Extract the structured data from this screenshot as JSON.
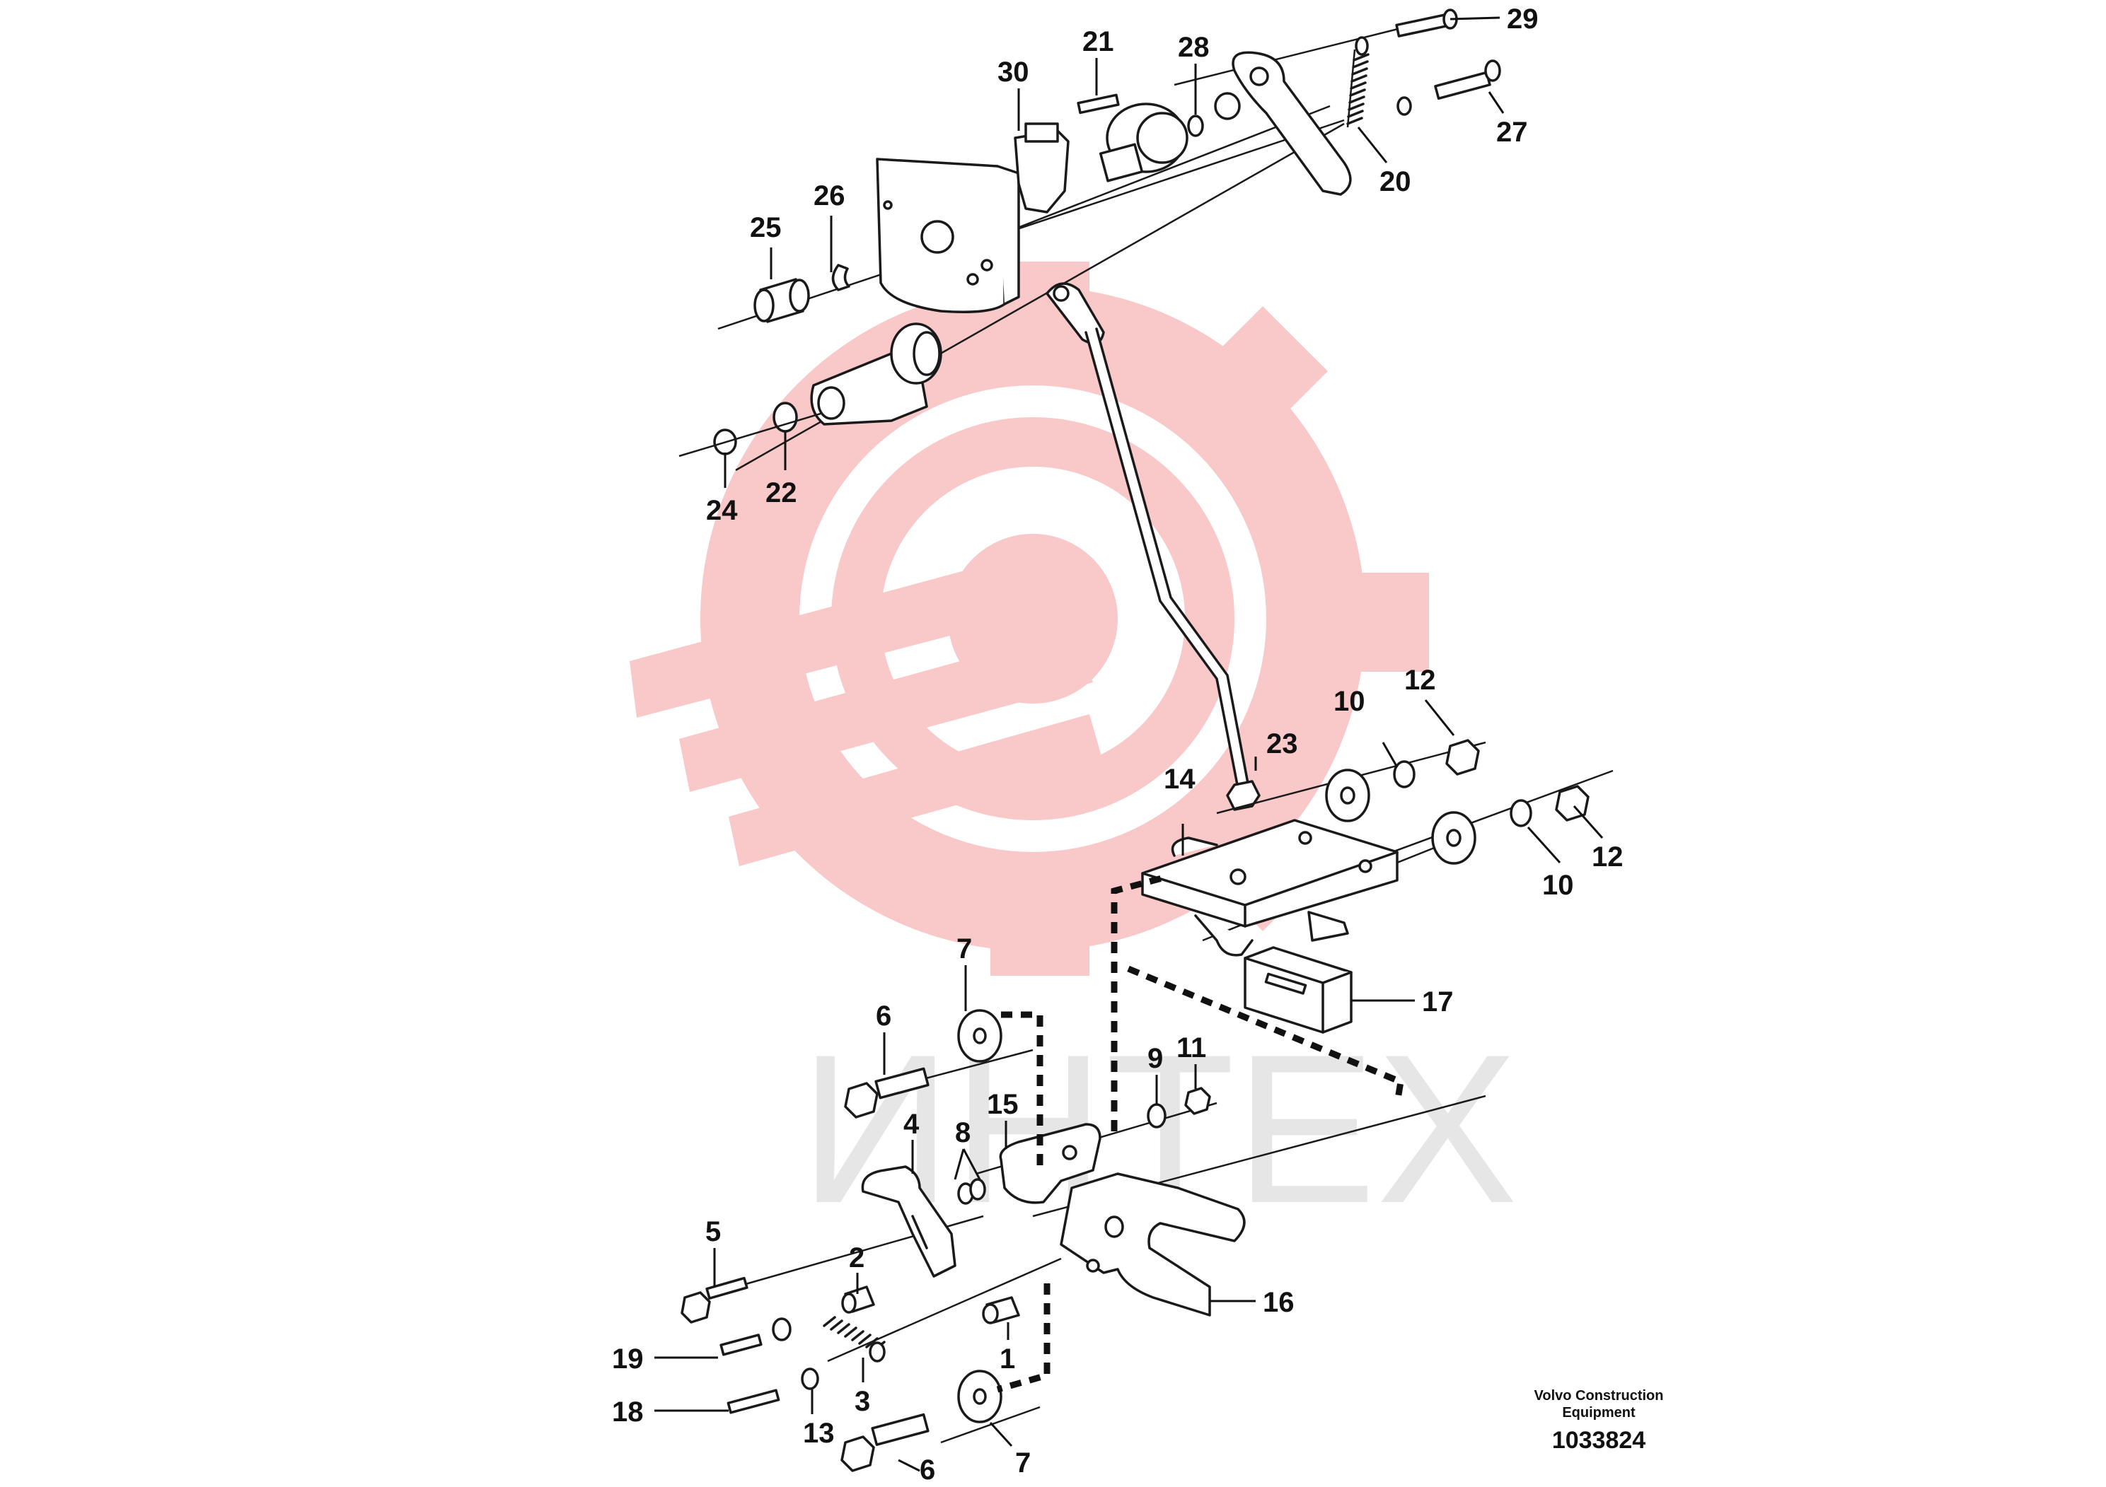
{
  "watermark": {
    "text": "ИНТЕХ"
  },
  "credit": {
    "company_line1": "Volvo Construction",
    "company_line2": "Equipment",
    "figure_number": "1033824"
  },
  "callouts": {
    "c29": "29",
    "c21": "21",
    "c28": "28",
    "c30": "30",
    "c27": "27",
    "c20": "20",
    "c26": "26",
    "c25": "25",
    "c24": "24",
    "c22": "22",
    "c10a": "10",
    "c12a": "12",
    "c23": "23",
    "c14": "14",
    "c12b": "12",
    "c10b": "10",
    "c17": "17",
    "c7a": "7",
    "c6a": "6",
    "c9": "9",
    "c11": "11",
    "c15": "15",
    "c4": "4",
    "c8": "8",
    "c5": "5",
    "c2": "2",
    "c16": "16",
    "c1": "1",
    "c19": "19",
    "c3": "3",
    "c18": "18",
    "c13": "13",
    "c6b": "6",
    "c7b": "7"
  }
}
